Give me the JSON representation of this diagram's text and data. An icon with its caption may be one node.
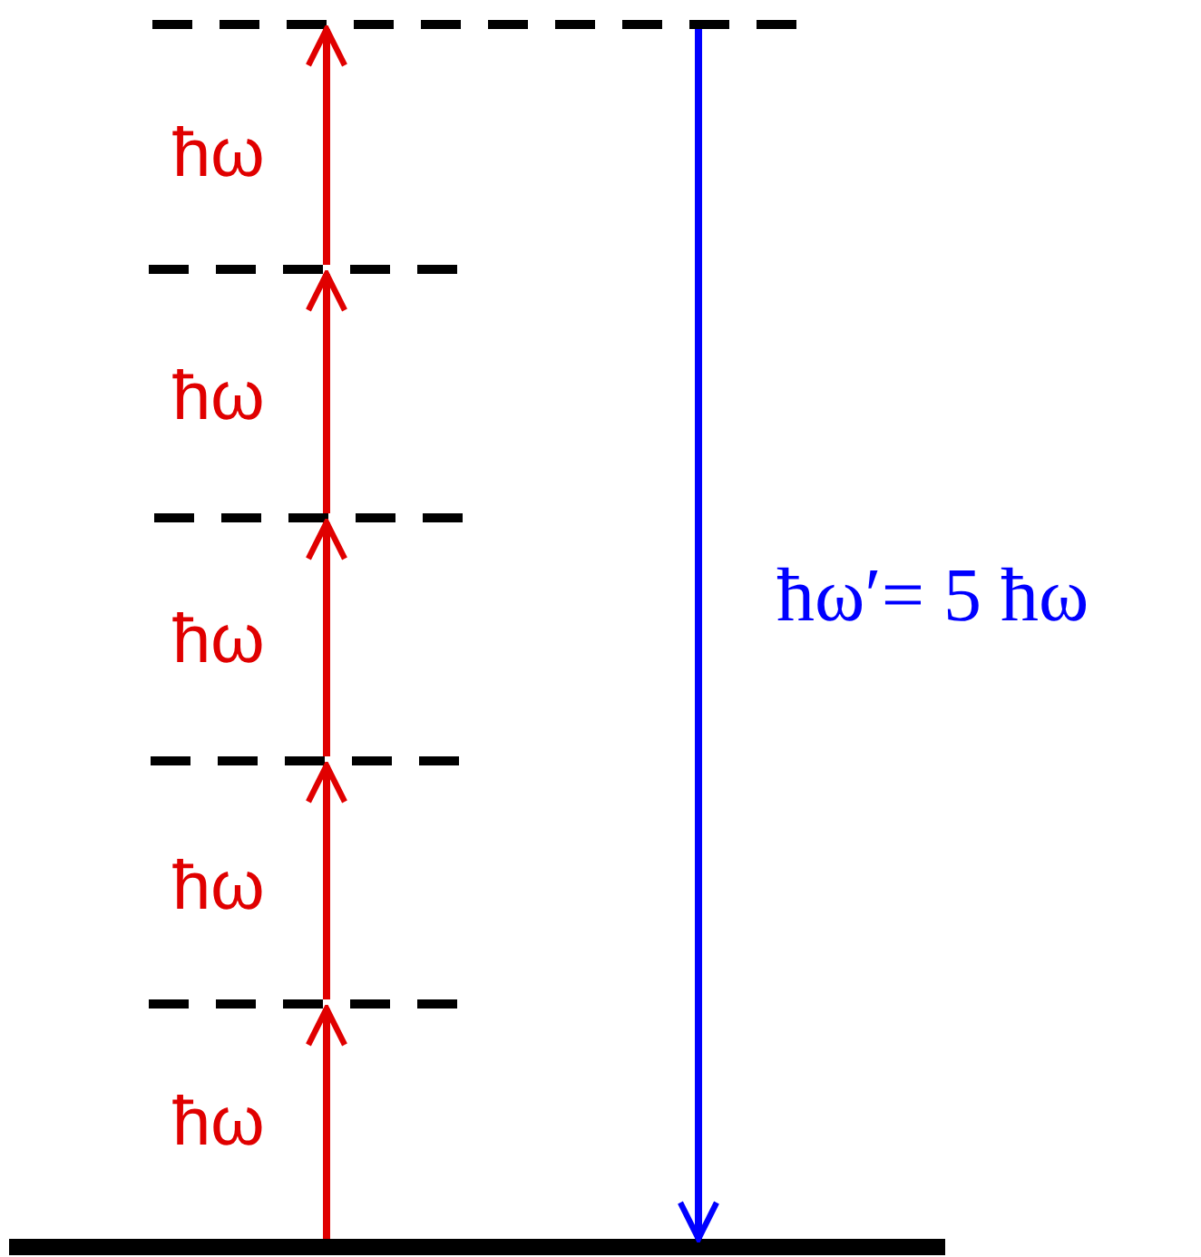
{
  "diagram": {
    "nodes": [
      {
        "text": [],
        "shape": "line"
      },
      {
        "text": [],
        "shape": "line"
      },
      {
        "text": [],
        "shape": "line"
      },
      {
        "text": [],
        "shape": "line"
      },
      {
        "text": [],
        "shape": "line"
      },
      {
        "text": [],
        "shape": "line"
      }
    ],
    "edges": [
      {
        "from": 5,
        "to": 4,
        "arrow": "to",
        "label": "ħω"
      },
      {
        "from": 4,
        "to": 3,
        "arrow": "to",
        "label": "ħω"
      },
      {
        "from": 3,
        "to": 2,
        "arrow": "to",
        "label": "ħω"
      },
      {
        "from": 2,
        "to": 1,
        "arrow": "to",
        "label": "ħω"
      },
      {
        "from": 1,
        "to": 0,
        "arrow": "to",
        "label": "ħω"
      },
      {
        "from": 0,
        "to": 5,
        "arrow": "to",
        "label": "ħω′= 5 ħω",
        "color": "#0000ff"
      }
    ]
  }
}
